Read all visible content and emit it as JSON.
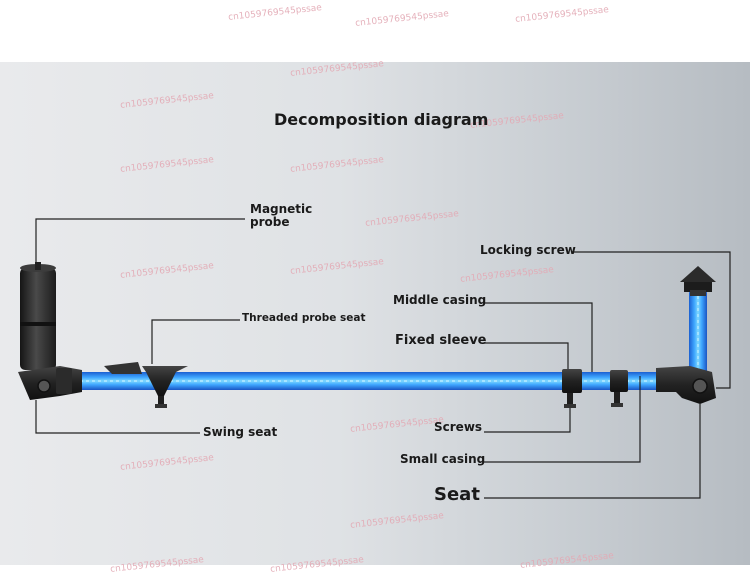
{
  "title": "Decomposition diagram",
  "watermark": "cn1059769545pssae",
  "labels": {
    "magnetic_probe": "Magnetic probe",
    "threaded_probe_seat": "Threaded probe seat",
    "swing_seat": "Swing seat",
    "locking_screw": "Locking screw",
    "middle_casing": "Middle casing",
    "fixed_sleeve": "Fixed sleeve",
    "screws": "Screws",
    "small_casing": "Small casing",
    "seat": "Seat"
  },
  "colors": {
    "tube": "#2f8fff",
    "tube_highlight": "#6fd0ff",
    "dark_parts": "#2a2a2a",
    "leader_line": "#222222"
  }
}
